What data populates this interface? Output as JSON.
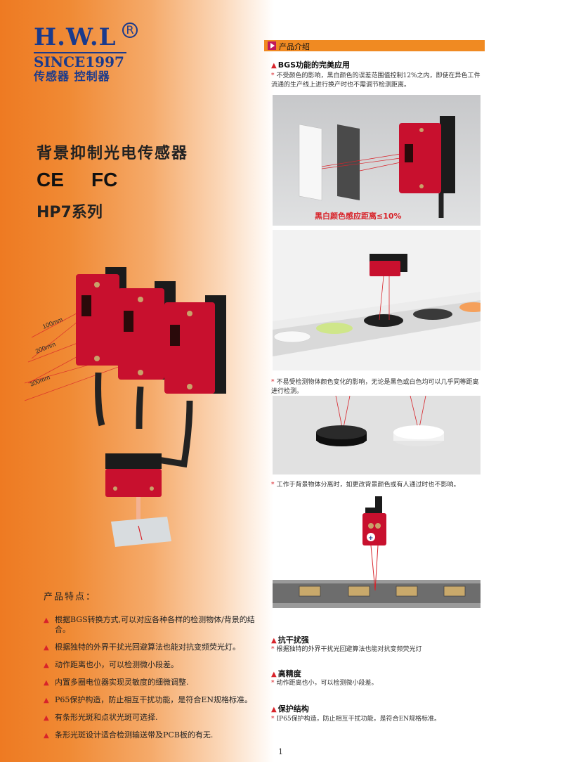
{
  "logo": {
    "brand": "H.W.L",
    "registered": "R",
    "since": "SINCE1997",
    "tagline": "传感器 控制器"
  },
  "product": {
    "title": "背景抑制光电传感器",
    "cert_ce": "CE",
    "cert_fc": "FC",
    "series": "HP7系列"
  },
  "hero": {
    "distance_labels": [
      "100mm",
      "200mm",
      "300mm"
    ]
  },
  "features": {
    "title": "产品特点：",
    "items": [
      "根据BGS转换方式,可以对应各种各样的检测物体/背景的结合。",
      "根据独特的外界干扰光回避算法也能对抗变频荧光灯。",
      "动作距离也小，可以检测微小段差。",
      "内置多圈电位器实现灵敏度的细微调整.",
      "P65保护构造，防止相互干扰功能，是符合EN规格标准。",
      "有条形光斑和点状光斑可选择.",
      "条形光斑设计适合检测输送带及PCB板的有无."
    ]
  },
  "intro": {
    "section_label": "产品介绍",
    "bgs_heading": "BGS功能的完美应用",
    "bgs_desc": "不受颜色的影响，黑白颜色的误差范围值控制12%之内，即使在异色工件流通的生产线上进行换产时也不需调节检测距离。",
    "photo1_caption": "黑白颜色感应距离≤10%",
    "color_desc": "不易受检测物体颜色变化的影响，无论是黑色或白色均可以几乎同等距离进行检测。",
    "background_desc": "工作于背景物体分离时，如更改背景颜色或有人通过时也不影响。",
    "anti_heading": "抗干扰强",
    "anti_desc": "根据独特的外界干扰光回避算法也能对抗变频荧光灯",
    "precision_heading": "高精度",
    "precision_desc": "动作距离也小，可以检测微小段差。",
    "protect_heading": "保护结构",
    "protect_desc": "IP65保护构造，防止相互干扰功能，是符合EN规格标准。"
  },
  "page_number": "1",
  "colors": {
    "orange": "#f08a22",
    "logo_blue": "#1a3a8c",
    "sensor_red": "#c8102e",
    "accent_red": "#d8232a"
  }
}
